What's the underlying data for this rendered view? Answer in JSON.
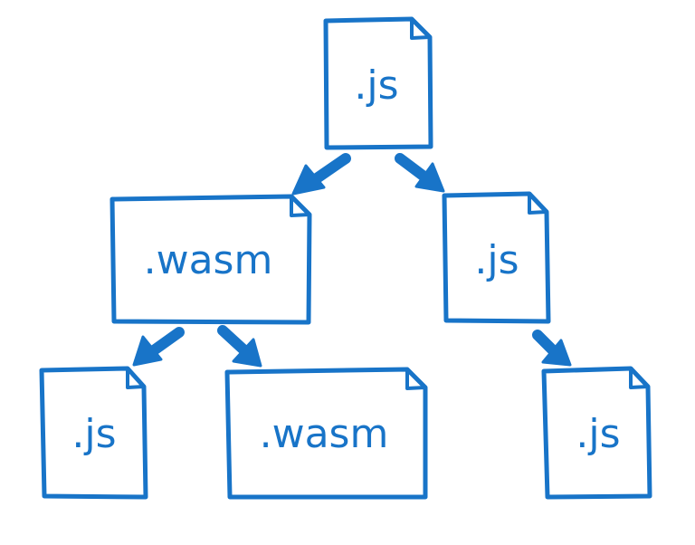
{
  "colors": {
    "stroke": "#1874c8",
    "background": "#ffffff"
  },
  "nodes": [
    {
      "id": "root",
      "label": ".js"
    },
    {
      "id": "left",
      "label": ".wasm"
    },
    {
      "id": "right",
      "label": ".js"
    },
    {
      "id": "left-left",
      "label": ".js"
    },
    {
      "id": "left-right",
      "label": ".wasm"
    },
    {
      "id": "right-child",
      "label": ".js"
    }
  ],
  "edges": [
    {
      "from": "root",
      "to": "left"
    },
    {
      "from": "root",
      "to": "right"
    },
    {
      "from": "left",
      "to": "left-left"
    },
    {
      "from": "left",
      "to": "left-right"
    },
    {
      "from": "right",
      "to": "right-child"
    }
  ]
}
